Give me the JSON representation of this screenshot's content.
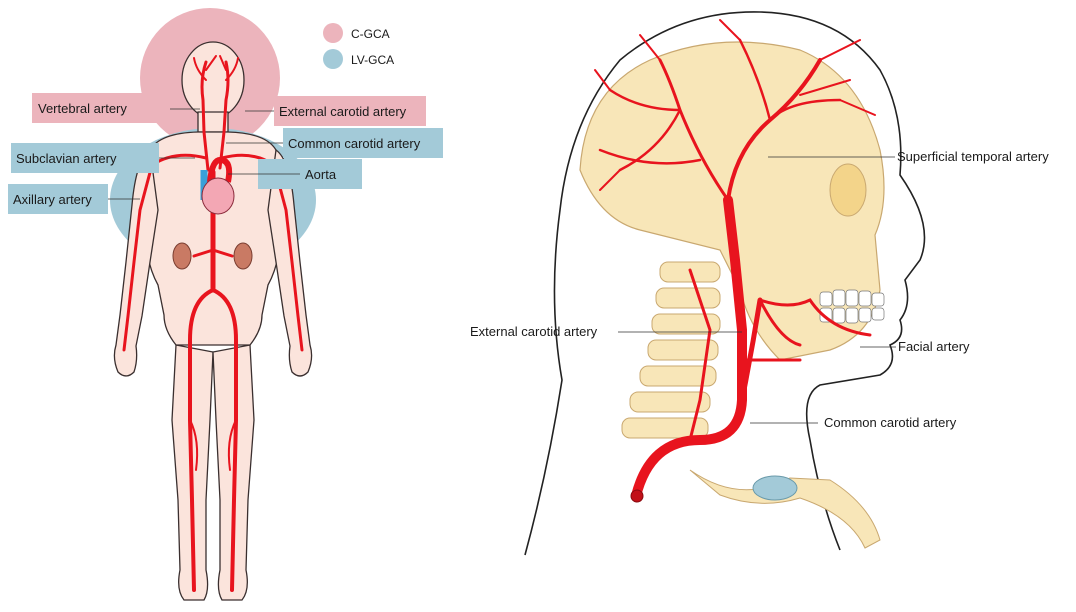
{
  "legend": {
    "items": [
      {
        "label": "C-GCA",
        "color": "#ecb4bc"
      },
      {
        "label": "LV-GCA",
        "color": "#a3cad8"
      }
    ]
  },
  "body_figure": {
    "labels": {
      "vertebral": "Vertebral artery",
      "external_carotid": "External carotid artery",
      "common_carotid": "Common carotid artery",
      "subclavian": "Subclavian artery",
      "aorta": "Aorta",
      "axillary": "Axillary artery"
    }
  },
  "head_figure": {
    "labels": {
      "superficial_temporal": "Superficial temporal artery",
      "external_carotid": "External carotid artery",
      "facial": "Facial artery",
      "common_carotid": "Common carotid artery"
    }
  },
  "colors": {
    "artery": "#e8141e",
    "skin": "#fbe4dc",
    "bone": "#f8e6b8",
    "bone_outline": "#c9a870",
    "vein": "#3aa0d8",
    "kidney": "#c97a64",
    "c_gca": "#ecb4bc",
    "lv_gca": "#a3cad8"
  }
}
